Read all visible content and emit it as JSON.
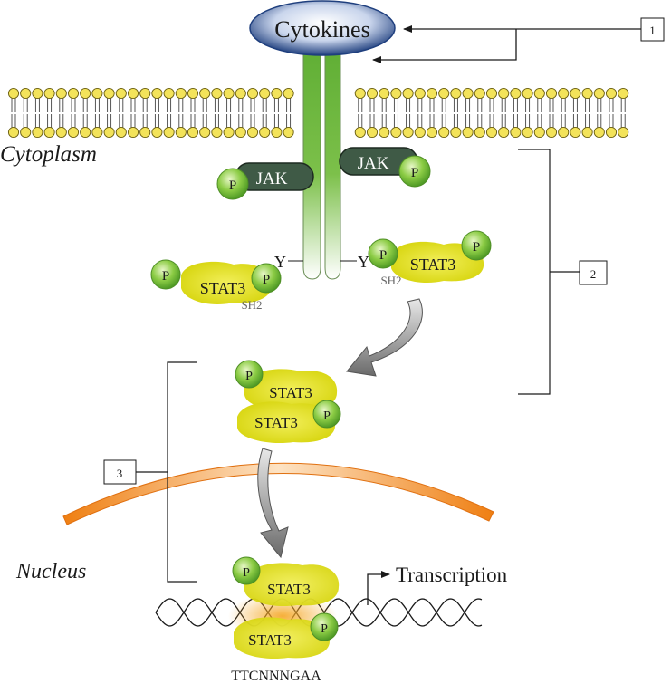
{
  "cytokines": "Cytokines",
  "cytoplasm": "Cytoplasm",
  "nucleus": "Nucleus",
  "jak": "JAK",
  "p": "P",
  "stat3": "STAT3",
  "sh2": "SH2",
  "y": "Y",
  "transcription": "Transcription",
  "dna_motif": "TTCNNNGAA",
  "step_labels": [
    "1",
    "2",
    "3"
  ],
  "colors": {
    "receptor": "#6cb33e",
    "membrane_head": "#f3e35a",
    "stat3": "#e3e01d",
    "phospho": "#7cc242",
    "jak": "#3f5a46",
    "nuclear_envelope": "#f08a24",
    "cytokine": "#2e4f8c"
  }
}
